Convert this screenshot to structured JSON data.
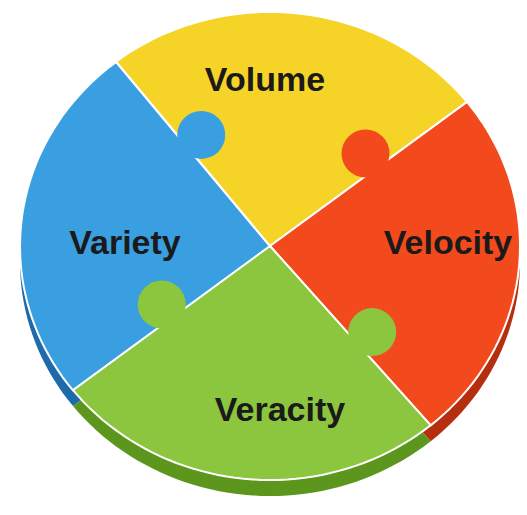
{
  "diagram": {
    "nodes": [
      {
        "text": [
          "Volume"
        ]
      },
      {
        "text": [
          "Variety"
        ]
      },
      {
        "text": [
          "Velocity"
        ]
      },
      {
        "text": [
          "Veracity"
        ]
      }
    ]
  }
}
